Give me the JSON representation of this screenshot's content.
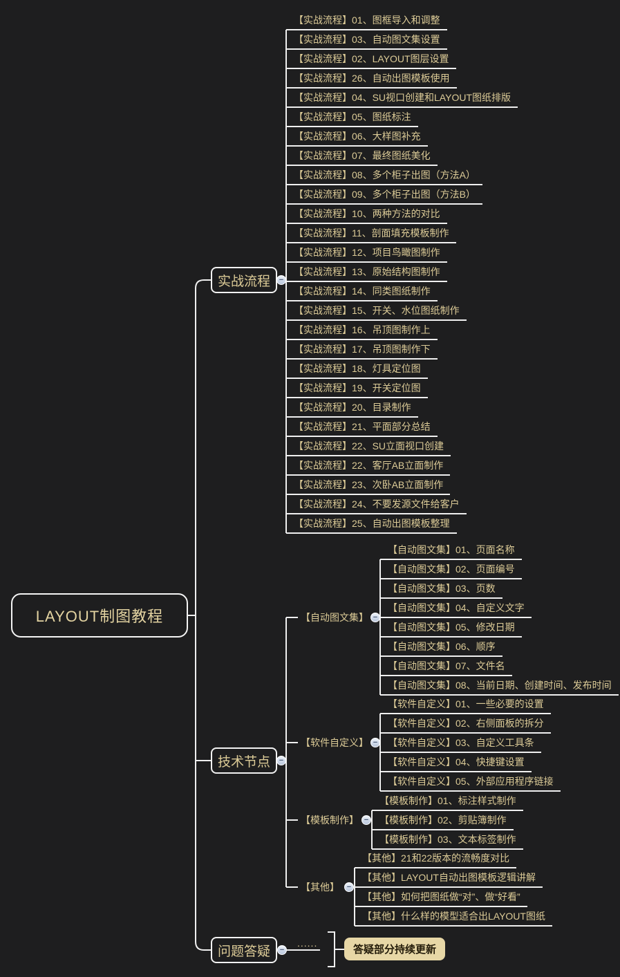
{
  "app": {
    "description": "mind map canvas",
    "background": "#1e1e1f",
    "line_color": "#f0f0f0",
    "text_color": "#dccb97",
    "summary_bg": "#e7d7a6"
  },
  "root": {
    "label": "LAYOUT制图教程"
  },
  "collapse_glyph": "−",
  "branches": [
    {
      "label": "实战流程",
      "children": [
        "【实战流程】01、图框导入和调整",
        "【实战流程】03、自动图文集设置",
        "【实战流程】02、LAYOUT图层设置",
        "【实战流程】26、自动出图模板使用",
        "【实战流程】04、SU视口创建和LAYOUT图纸排版",
        "【实战流程】05、图纸标注",
        "【实战流程】06、大样图补充",
        "【实战流程】07、最终图纸美化",
        "【实战流程】08、多个柜子出图（方法A）",
        "【实战流程】09、多个柜子出图（方法B）",
        "【实战流程】10、两种方法的对比",
        "【实战流程】11、剖面填充模板制作",
        "【实战流程】12、项目鸟瞰图制作",
        "【实战流程】13、原始结构图制作",
        "【实战流程】14、同类图纸制作",
        "【实战流程】15、开关、水位图纸制作",
        "【实战流程】16、吊顶图制作上",
        "【实战流程】17、吊顶图制作下",
        "【实战流程】18、灯具定位图",
        "【实战流程】19、开关定位图",
        "【实战流程】20、目录制作",
        "【实战流程】21、平面部分总结",
        "【实战流程】22、SU立面视口创建",
        "【实战流程】22、客厅AB立面制作",
        "【实战流程】23、次卧AB立面制作",
        "【实战流程】24、不要发源文件给客户",
        "【实战流程】25、自动出图模板整理"
      ]
    },
    {
      "label": "技术节点",
      "groups": [
        {
          "label": "【自动图文集】",
          "children": [
            "【自动图文集】01、页面名称",
            "【自动图文集】02、页面编号",
            "【自动图文集】03、页数",
            "【自动图文集】04、自定义文字",
            "【自动图文集】05、修改日期",
            "【自动图文集】06、顺序",
            "【自动图文集】07、文件名",
            "【自动图文集】08、当前日期、创建时间、发布时间"
          ]
        },
        {
          "label": "【软件自定义】",
          "children": [
            "【软件自定义】01、一些必要的设置",
            "【软件自定义】02、右侧面板的拆分",
            "【软件自定义】03、自定义工具条",
            "【软件自定义】04、快捷键设置",
            "【软件自定义】05、外部应用程序链接"
          ]
        },
        {
          "label": "【模板制作】",
          "children": [
            "【模板制作】01、标注样式制作",
            "【模板制作】02、剪贴簿制作",
            "【模板制作】03、文本标签制作"
          ]
        },
        {
          "label": "【其他】",
          "children": [
            "【其他】21和22版本的流畅度对比",
            "【其他】LAYOUT自动出图模板逻辑讲解",
            "【其他】如何把图纸做“对”、做“好看”",
            "【其他】什么样的模型适合出LAYOUT图纸"
          ]
        }
      ]
    },
    {
      "label": "问题答疑",
      "children": [
        "......"
      ],
      "summary": {
        "label": "答疑部分持续更新"
      }
    }
  ]
}
